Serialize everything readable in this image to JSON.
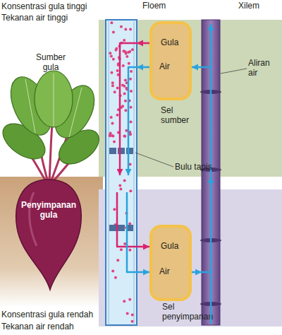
{
  "diagram": {
    "nodes": [
      {
        "text": [
          "Floem"
        ]
      },
      {
        "text": [
          "Xilem"
        ]
      },
      {
        "text": [
          "Gula",
          "Air",
          "Sel sumber"
        ]
      },
      {
        "text": [
          "Penyimpanan gula"
        ]
      },
      {
        "text": [
          "Gula",
          "Air",
          "Sel penyimpanan"
        ]
      }
    ],
    "edges": [
      {
        "from": 2,
        "to": 0,
        "arrow": "to"
      },
      {
        "from": 2,
        "to": 0,
        "arrow": "to"
      },
      {
        "from": 1,
        "to": 2,
        "arrow": "to"
      },
      {
        "from": 0,
        "to": 4,
        "arrow": "to"
      },
      {
        "from": 0,
        "to": 4,
        "arrow": "to"
      },
      {
        "from": 4,
        "to": 1,
        "arrow": "to"
      }
    ],
    "labels": [
      "Konsentrasi gula tinggi",
      "Tekanan air tinggi",
      "Sumber gula",
      "Aliran air",
      "Bulu tapis",
      "Konsentrasi gula rendah",
      "Tekanan air rendah"
    ]
  }
}
